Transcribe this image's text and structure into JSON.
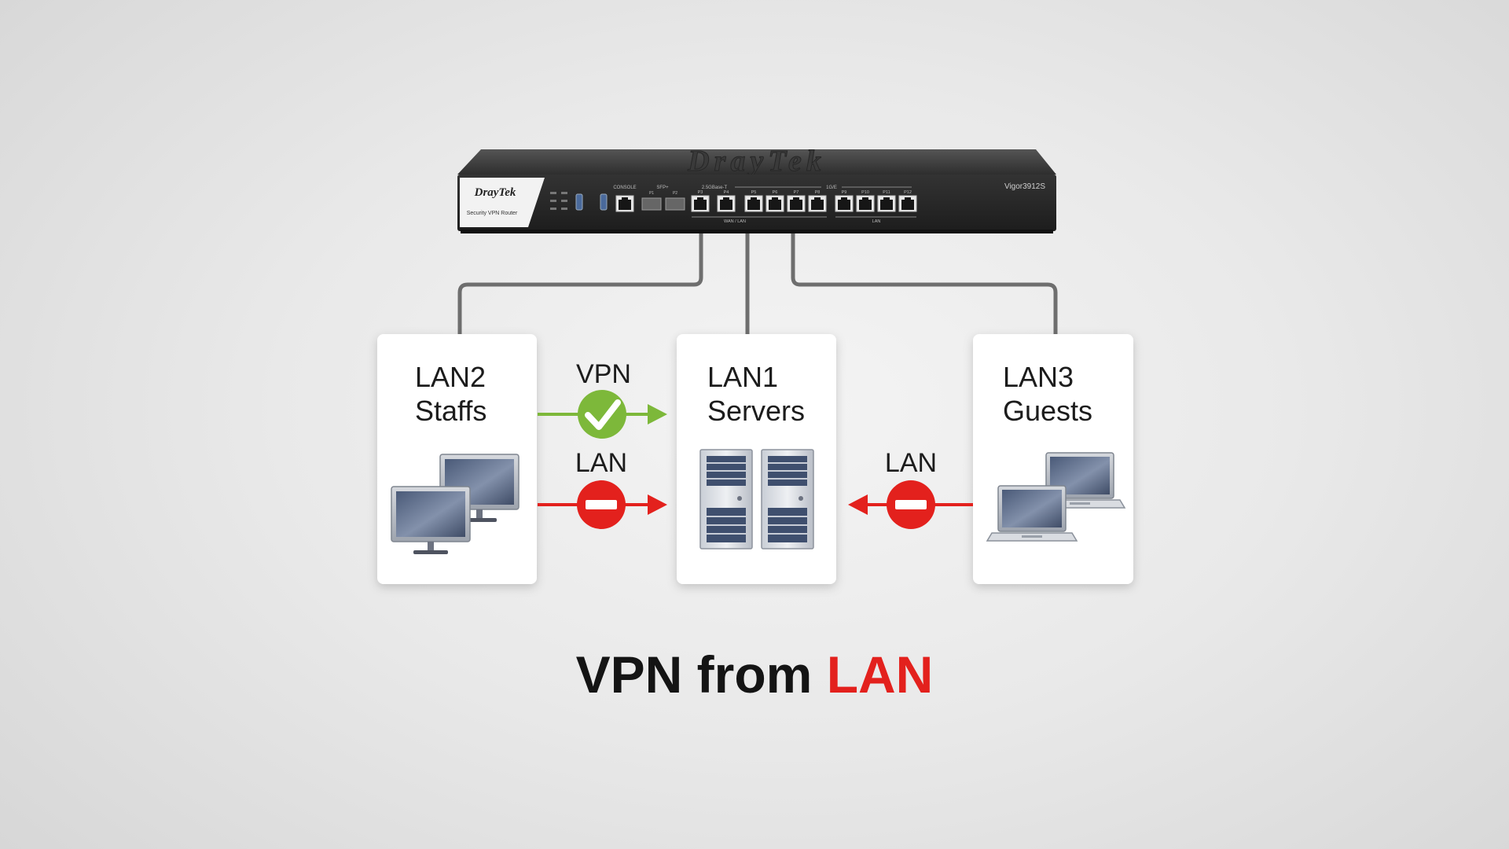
{
  "router": {
    "brand_badge": "DrayTek",
    "badge_subtitle": "Security VPN Router",
    "model": "Vigor3912S",
    "top_logo": "DrayTek",
    "port_labels": {
      "console": "CONSOLE",
      "sfp": "SFP+",
      "p1": "P1",
      "p2": "P2",
      "p3": "P3",
      "p4": "P4",
      "p5": "P5",
      "p6": "P6",
      "p7": "P7",
      "p8": "P8",
      "p9": "P9",
      "p10": "P10",
      "p11": "P11",
      "p12": "P12",
      "group_25g": "2.5GBase-T",
      "group_1g": "1G/E",
      "wan_lan": "WAN / LAN",
      "lan": "LAN"
    }
  },
  "boxes": {
    "lan2": {
      "line1": "LAN2",
      "line2": "Staffs"
    },
    "lan1": {
      "line1": "LAN1",
      "line2": "Servers"
    },
    "lan3": {
      "line1": "LAN3",
      "line2": "Guests"
    }
  },
  "links": {
    "vpn_label": "VPN",
    "lan_left_label": "LAN",
    "lan_right_label": "LAN"
  },
  "caption": {
    "part1": "VPN from ",
    "part2": "LAN"
  },
  "colors": {
    "allow": "#7db83a",
    "block": "#e3211d",
    "cable": "#6e6e6e",
    "router_body": "#2b2b2b"
  },
  "icons": [
    "check-icon",
    "no-entry-icon",
    "desktop-monitor-icon",
    "server-tower-icon",
    "laptop-icon"
  ]
}
